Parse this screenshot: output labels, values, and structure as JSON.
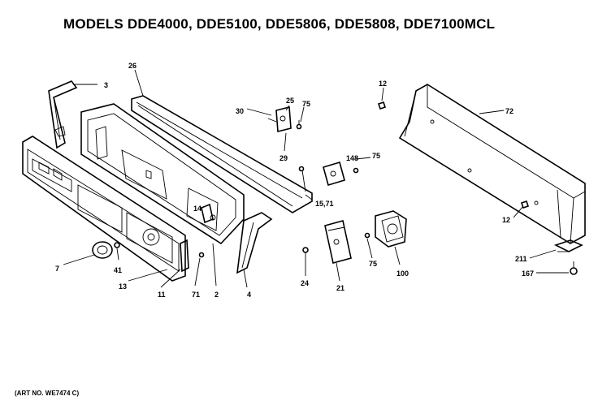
{
  "header": {
    "title": "MODELS DDE4000, DDE5100, DDE5806, DDE5808, DDE7100MCL"
  },
  "footer": {
    "art_no": "(ART NO. WE7474 C)"
  },
  "callouts": {
    "c3": "3",
    "c26": "26",
    "c30": "30",
    "c25": "25",
    "c75a": "75",
    "c29": "29",
    "c12a": "12",
    "c72": "72",
    "c148": "148",
    "c75b": "75",
    "c15_71": "15,71",
    "c14": "14",
    "c12b": "12",
    "c211": "211",
    "c167": "167",
    "c7": "7",
    "c41": "41",
    "c13": "13",
    "c11": "11",
    "c71": "71",
    "c2": "2",
    "c4": "4",
    "c24": "24",
    "c21": "21",
    "c75c": "75",
    "c100": "100"
  }
}
